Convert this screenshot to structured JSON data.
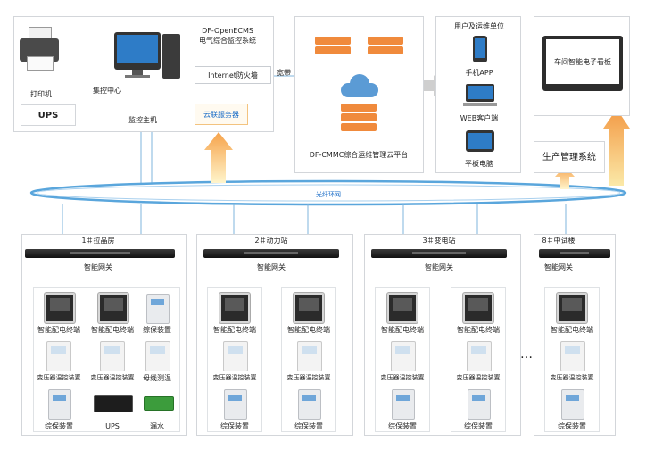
{
  "top": {
    "printer_label": "打印机",
    "ups_label": "UPS",
    "control_center_label": "集控中心",
    "host_label": "监控主机",
    "system_title_line1": "DF-OpenECMS",
    "system_title_line2": "电气综合监控系统",
    "firewall_label": "Internet防火墙",
    "cloud_server_label": "云联服务器",
    "broadband_label": "宽带",
    "cloud_platform_label": "DF-CMMC综合运维管理云平台",
    "users_title": "用户及运维单位",
    "phone_app_label": "手机APP",
    "web_client_label": "WEB客户端",
    "tablet_label": "平板电脑",
    "dashboard_label": "车间智能电子看板",
    "production_mgmt_label": "生产管理系统"
  },
  "ring_label": "光纤环网",
  "stations": [
    {
      "name": "1＃拉晶房",
      "gateway_label": "智能网关",
      "devices": [
        "智能配电终端",
        "智能配电终端",
        "综保装置",
        "变压器温控装置",
        "变压器温控装置",
        "母线测温",
        "综保装置",
        "UPS",
        "漏水"
      ]
    },
    {
      "name": "2＃动力站",
      "gateway_label": "智能网关",
      "devices": [
        "智能配电终端",
        "智能配电终端",
        "变压器温控装置",
        "变压器温控装置",
        "综保装置",
        "综保装置"
      ]
    },
    {
      "name": "3＃变电站",
      "gateway_label": "智能网关",
      "devices": [
        "智能配电终端",
        "智能配电终端",
        "变压器温控装置",
        "变压器温控装置",
        "综保装置",
        "综保装置"
      ]
    },
    {
      "name": "8＃中试楼",
      "gateway_label": "智能网关",
      "devices": [
        "智能配电终端",
        "变压器温控装置",
        "综保装置"
      ]
    }
  ],
  "ellipsis": "…",
  "colors": {
    "ring": "#5aa6dc",
    "line": "#7fb4dc",
    "arrow_orange": "#f6a24a",
    "arrow_gray": "#cfcfcf",
    "server_orange": "#f08a3c",
    "cloud_blue": "#5b9bd5"
  }
}
